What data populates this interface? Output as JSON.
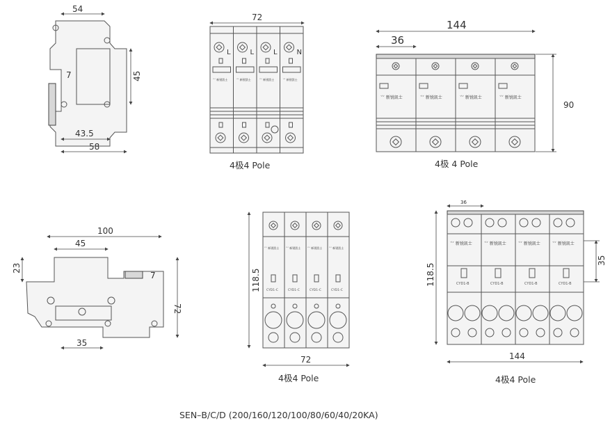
{
  "side_view_top": {
    "dim_top": "54",
    "dim_inner": "7",
    "dim_height": "45",
    "dim_bottom_inner": "43.5",
    "dim_bottom": "58"
  },
  "front_small": {
    "dim_width": "72",
    "pole_labels": [
      "L",
      "L",
      "L",
      "N"
    ],
    "caption": "4极4  Pole"
  },
  "front_large_top": {
    "dim_width": "144",
    "dim_pole": "36",
    "dim_height": "90",
    "caption": "4极 4 Pole"
  },
  "side_view_bottom": {
    "dim_top": "100",
    "dim_inner": "45",
    "dim_left": "23",
    "dim_small": "7",
    "dim_right": "72",
    "dim_bottom": "35"
  },
  "front_mid": {
    "dim_height": "118.5",
    "dim_width": "72",
    "model_labels": [
      "CYD1-C",
      "CYD1-C",
      "CYD1-C",
      "CYD1-C"
    ],
    "caption": "4极4 Pole"
  },
  "front_right": {
    "dim_pole": "36",
    "dim_height": "118.5",
    "dim_side": "35",
    "dim_width": "144",
    "model_labels": [
      "CYD1-B",
      "CYD1-B",
      "CYD1-B",
      "CYD1-B"
    ],
    "caption": "4极4 Pole"
  },
  "brand_logo_text": "新锐凯士",
  "footer": "SEN–B/C/D (200/160/120/100/80/60/40/20KA)"
}
